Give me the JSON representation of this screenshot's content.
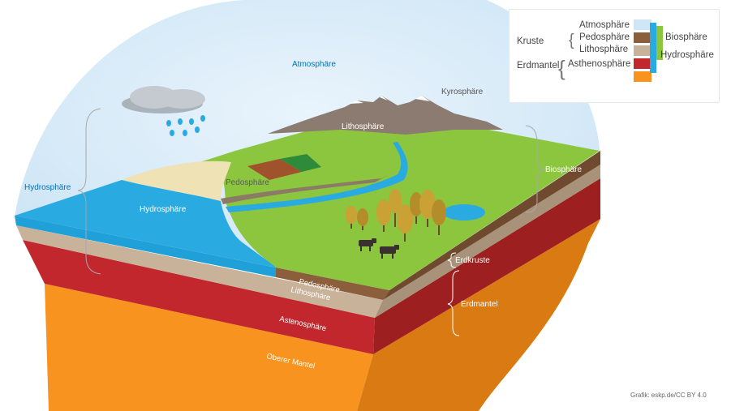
{
  "labels": {
    "atmosphere": "Atmosphäre",
    "kyrosphere": "Kyrosphäre",
    "lithosphere_mountain": "Lithosphäre",
    "pedosphere_land": "Pedosphäre",
    "hydrosphere_water": "Hydrosphäre",
    "hydrosphere_side": "Hydrosphäre",
    "biosphere_side": "Biosphäre",
    "erdkruste": "Erdkruste",
    "erdmantel": "Erdmantel",
    "layer_pedosphere": "Pedosphäre",
    "layer_lithosphere": "Lithosphäre",
    "layer_asthenosphere": "Astenosphäre",
    "layer_upper_mantle": "Oberer Mantel"
  },
  "legend": {
    "atmosphere": "Atmosphäre",
    "kruste": "Kruste",
    "pedosphere": "Pedosphäre",
    "lithosphere": "Lithosphäre",
    "erdmantel": "Erdmantel",
    "asthenosphere": "Asthenosphäre",
    "biosphere": "Biosphäre",
    "hydrosphere": "Hydrosphäre"
  },
  "colors": {
    "sky": "#d6eaf8",
    "water": "#29abe2",
    "grass": "#8cc63f",
    "soil": "#8b5e3c",
    "lithosphere": "#c8b29a",
    "asthenosphere": "#c1272d",
    "mantle": "#f7931e",
    "mountain": "#8c7b70"
  },
  "credit": "Grafik: eskp.de/CC BY 4.0"
}
